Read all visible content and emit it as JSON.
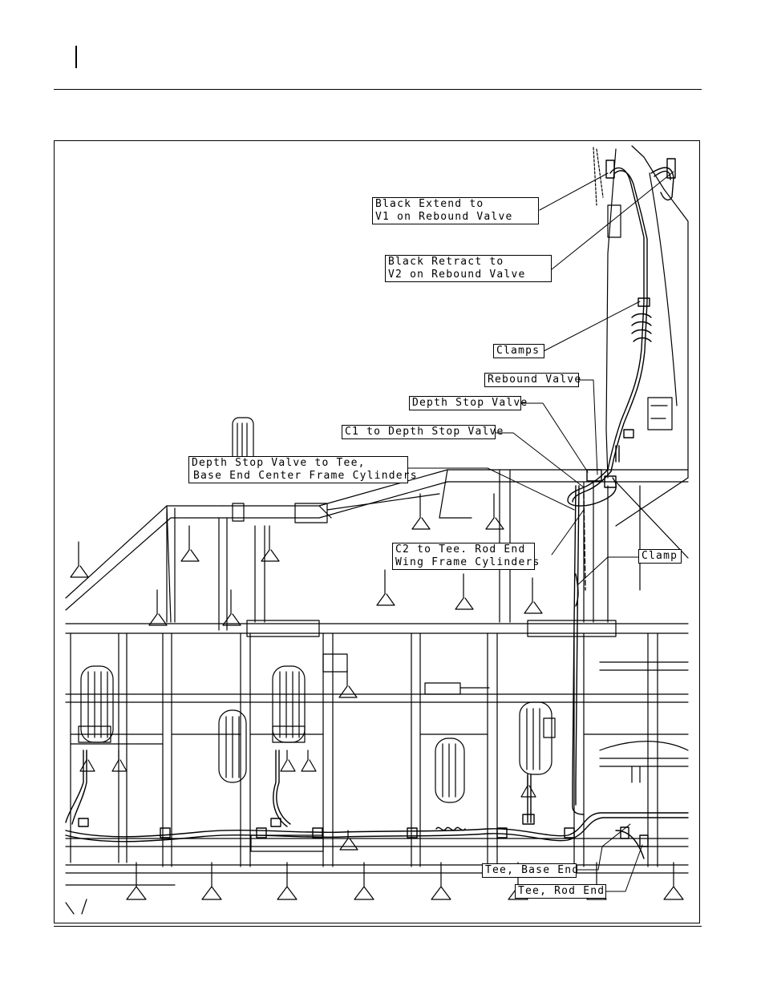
{
  "callouts": {
    "black_extend": [
      "Black Extend to",
      "V1 on Rebound Valve"
    ],
    "black_retract": [
      "Black Retract to",
      "V2 on Rebound Valve"
    ],
    "clamps": "Clamps",
    "rebound_valve": "Rebound Valve",
    "depth_stop_valve": "Depth Stop Valve",
    "c1_to_depth_stop": "C1 to Depth Stop Valve",
    "depth_stop_to_tee": [
      "Depth Stop Valve to Tee,",
      "Base End Center Frame Cylinders"
    ],
    "c2_to_tee": [
      "C2 to Tee. Rod End",
      "Wing Frame Cylinders"
    ],
    "clamp": "Clamp",
    "tee_base_end": "Tee, Base End",
    "tee_rod_end": "Tee, Rod End"
  }
}
